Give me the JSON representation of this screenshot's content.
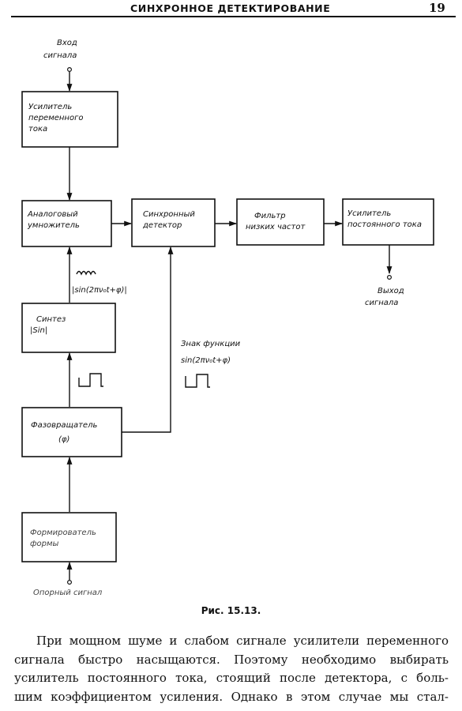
{
  "header": {
    "title": "СИНХРОННОЕ ДЕТЕКТИРОВАНИЕ",
    "page_number": "19"
  },
  "diagram": {
    "input_label": [
      "Вход",
      "сигнала"
    ],
    "output_label": [
      "Выход",
      "сигнала"
    ],
    "reference_label": "Опорный сигнал",
    "blocks": {
      "ac_amp": [
        "Усилитель",
        "переменного",
        "тока"
      ],
      "multiplier": [
        "Аналоговый",
        "умножитель"
      ],
      "sync_detector": [
        "Синхронный",
        "детектор"
      ],
      "lowpass": [
        "Фильтр",
        "низких частот"
      ],
      "dc_amp": [
        "Усилитель",
        "постоянного тока"
      ],
      "synth": [
        "Синтез",
        "|Sin|"
      ],
      "phase_shifter": [
        "Фазовращатель",
        "(φ)"
      ],
      "shaper": [
        "Формирователь",
        "формы"
      ]
    },
    "signal_abs_sin": "|sin(2πν₀t+φ)|",
    "sign_label": [
      "Знак функции",
      "sin(2πν₀t+φ)"
    ]
  },
  "caption": "Рис. 15.13.",
  "body": [
    "При мощном шуме и слабом сигнале усилители переменного",
    "сигнала быстро насыщаются. Поэтому необходимо выбирать",
    "усилитель постоянного тока, стоящий после детектора, с боль-",
    "шим коэффициентом усиления. Однако в этом случае мы стал-"
  ]
}
